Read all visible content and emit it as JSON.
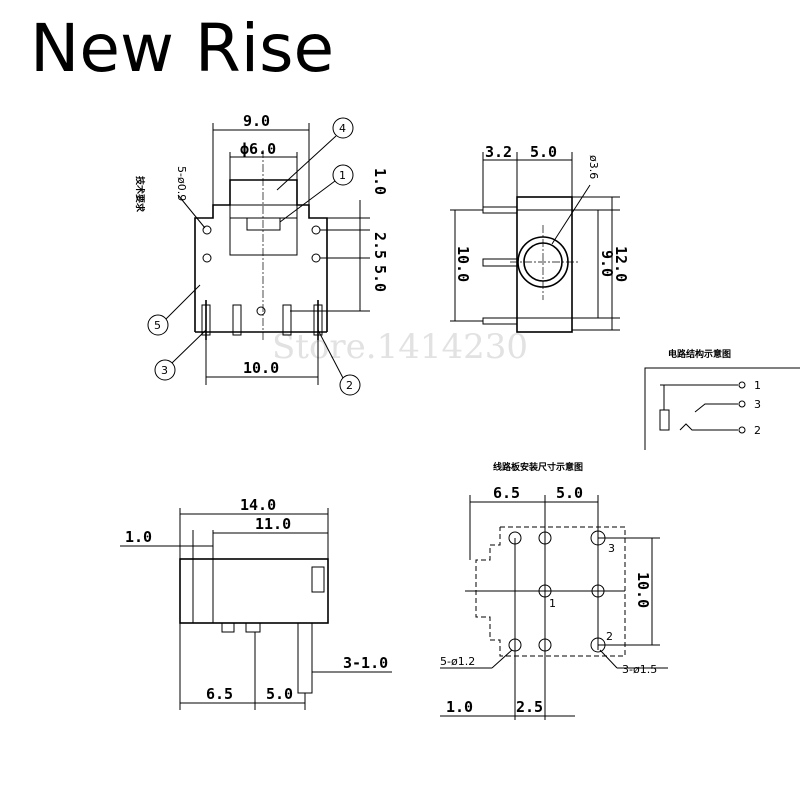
{
  "brand": "New Rise",
  "watermark": "Store.1414230",
  "front_view": {
    "dim_width": "9.0",
    "dim_bore": "ϕ6.0",
    "dim_top": "1.0",
    "dim_mid": "2.5",
    "dim_low": "5.0",
    "dim_bottom": "10.0",
    "hole_label": "5-ø0.9",
    "side_note": "技术要求",
    "callouts": [
      "4",
      "1",
      "5",
      "3",
      "2"
    ]
  },
  "side_view": {
    "dim_a": "3.2",
    "dim_b": "5.0",
    "dim_dia": "ø3.6",
    "dim_height": "10.0",
    "dim_inner": "9.0",
    "dim_outer": "12.0"
  },
  "circuit": {
    "title": "电路结构示意图",
    "pins": [
      "1",
      "3",
      "2"
    ]
  },
  "bottom_view": {
    "dim_total": "14.0",
    "dim_body": "11.0",
    "dim_front": "1.0",
    "dim_pin": "3-1.0",
    "dim_p1": "6.5",
    "dim_p2": "5.0"
  },
  "pcb_layout": {
    "title": "线路板安装尺寸示意图",
    "dim_a": "6.5",
    "dim_b": "5.0",
    "dim_height": "10.0",
    "small_holes": "5-ø1.2",
    "big_holes": "3-ø1.5",
    "dim_c": "1.0",
    "dim_d": "2.5",
    "pins": [
      "3",
      "1",
      "2"
    ]
  }
}
